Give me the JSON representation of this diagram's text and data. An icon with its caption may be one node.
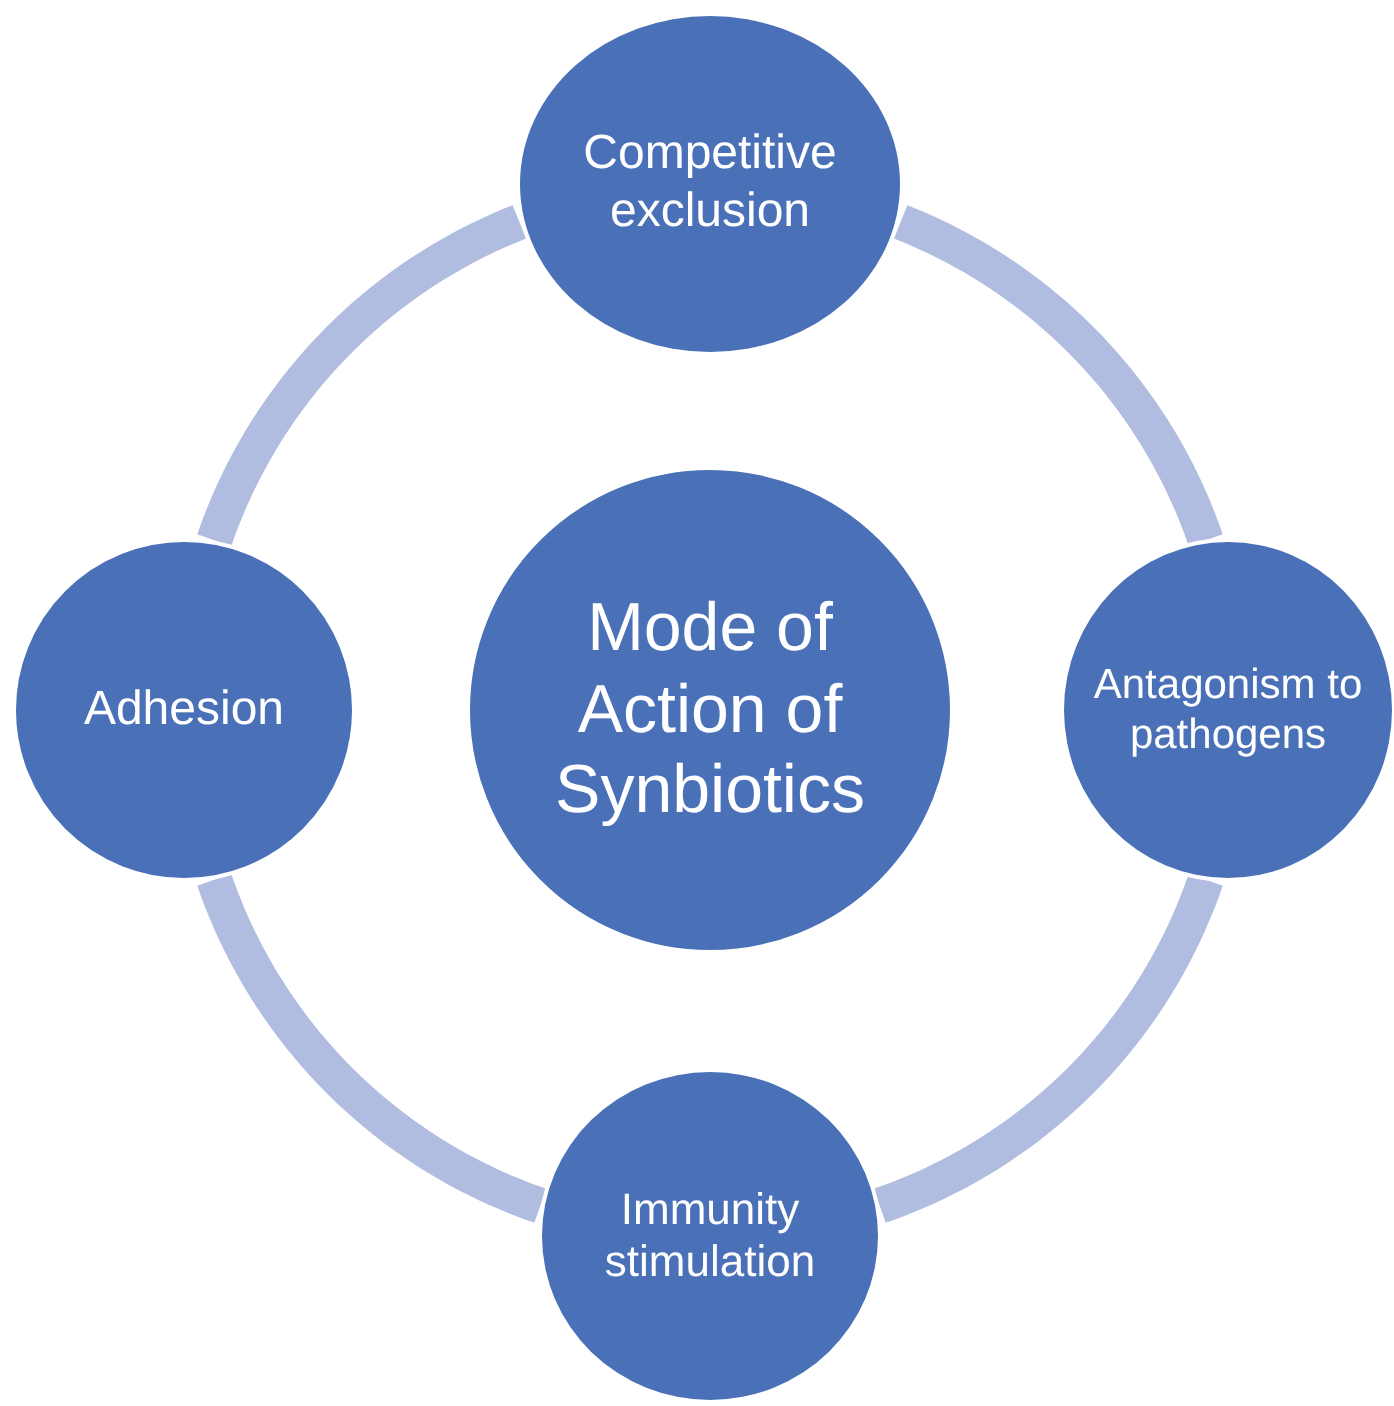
{
  "diagram": {
    "nodes": [
      {
        "text": [
          "Mode of Action of Synbiotics"
        ]
      },
      {
        "text": [
          "Competitive exclusion"
        ]
      },
      {
        "text": [
          "Antagonism to pathogens"
        ]
      },
      {
        "text": [
          "Immunity stimulation"
        ]
      },
      {
        "text": [
          "Adhesion"
        ]
      }
    ],
    "edges": [
      {
        "from": 1,
        "to": 2,
        "arrow": "none"
      },
      {
        "from": 2,
        "to": 3,
        "arrow": "none"
      },
      {
        "from": 3,
        "to": 4,
        "arrow": "none"
      },
      {
        "from": 4,
        "to": 1,
        "arrow": "none"
      }
    ]
  }
}
